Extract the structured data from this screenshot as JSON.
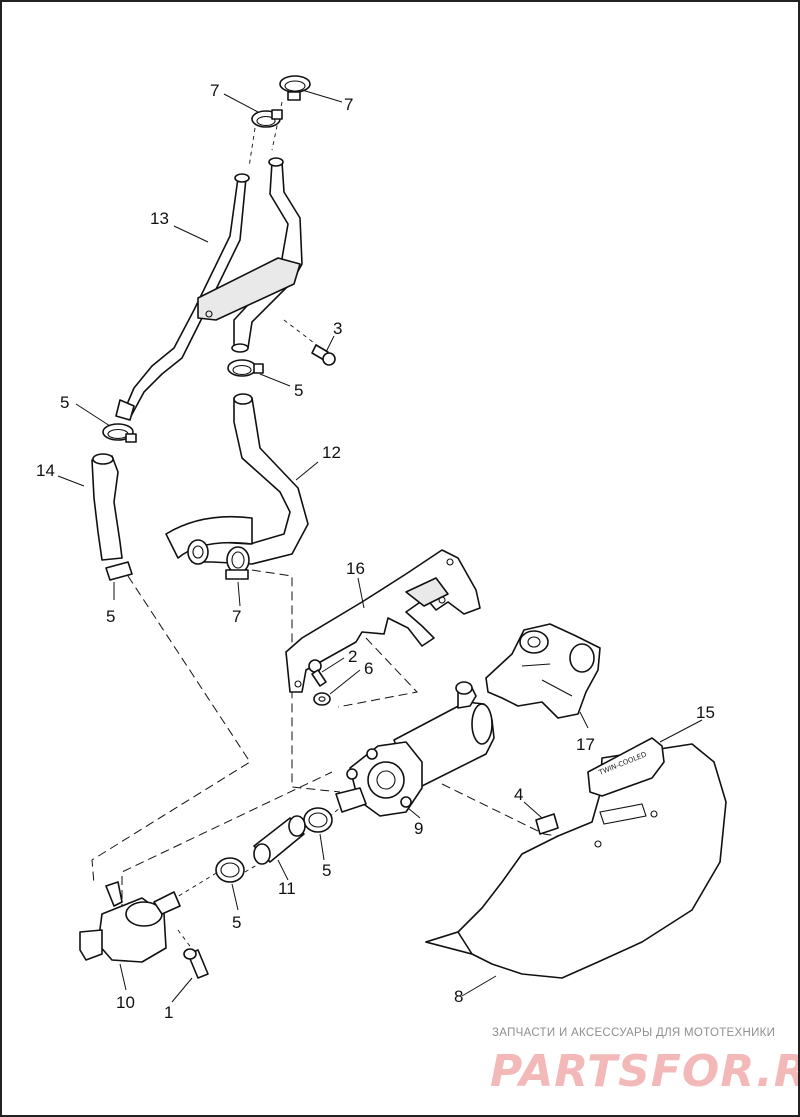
{
  "diagram": {
    "callouts": {
      "c1": "1",
      "c2": "2",
      "c3": "3",
      "c4": "4",
      "c5_upper_left": "5",
      "c5_upper_right": "5",
      "c5_hose14": "5",
      "c5_pump_outlet": "5",
      "c5_hose11": "5",
      "c6": "6",
      "c7_top_left": "7",
      "c7_top_right": "7",
      "c7_bottom": "7",
      "c8": "8",
      "c9": "9",
      "c10": "10",
      "c11": "11",
      "c12": "12",
      "c13": "13",
      "c14": "14",
      "c15": "15",
      "c16": "16",
      "c17": "17"
    },
    "shroud_badge_text": "TWIN-COOLED"
  },
  "watermark": {
    "top_line": "ЗАПЧАСТИ И АКСЕССУАРЫ ДЛЯ МОТОТЕХНИКИ",
    "brand": "PARTSFOR.RU"
  }
}
